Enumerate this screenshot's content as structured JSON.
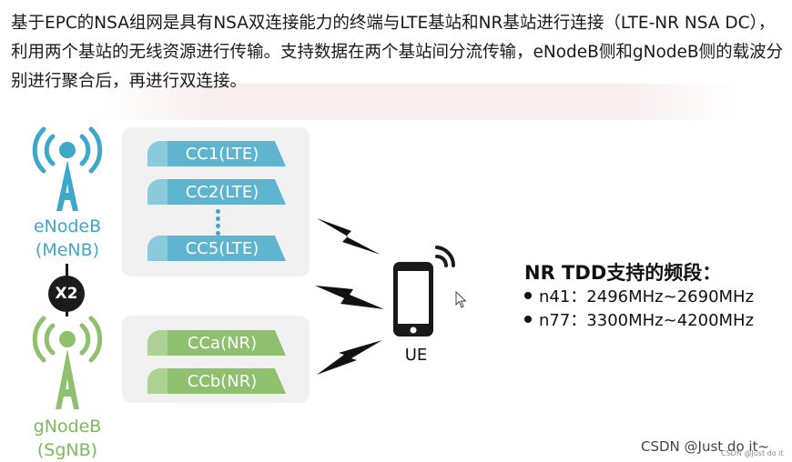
{
  "intro_text": "基于EPC的NSA组网是具有NSA双连接能力的终端与LTE基站和NR基站进行连接（LTE-NR NSA DC），利用两个基站的无线资源进行传输。支持数据在两个基站间分流传输，eNodeB侧和gNodeB侧的载波分别进行聚合后，再进行双连接。",
  "enb": {
    "label_line1": "eNodeB",
    "label_line2": "(MeNB)",
    "color": "#3fa7c8"
  },
  "gnb": {
    "label_line1": "gNodeB",
    "label_line2": "(SgNB)",
    "color": "#7fb85e"
  },
  "x2_label": "X2",
  "lte_carriers": [
    {
      "label": "CC1(LTE)"
    },
    {
      "label": "CC2(LTE)"
    },
    {
      "label": "CC5(LTE)"
    }
  ],
  "nr_carriers": [
    {
      "label": "CCa(NR)"
    },
    {
      "label": "CCb(NR)"
    }
  ],
  "ue_label": "UE",
  "nr_tdd": {
    "title": "NR TDD支持的频段：",
    "bands": [
      "n41：2496MHz~2690MHz",
      "n77：3300MHz~4200MHz"
    ]
  },
  "credit": "CSDN @Just do it~",
  "credit_small": "CSDN @Just do it"
}
